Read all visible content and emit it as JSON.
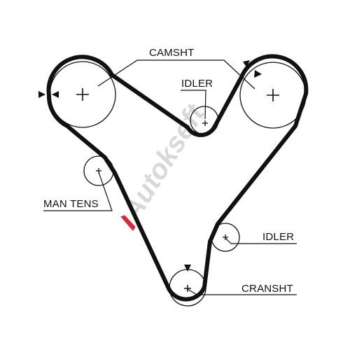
{
  "labels": {
    "camshaft": "CAMSHT",
    "idler_top": "IDLER",
    "tensioner": "MAN TENS",
    "idler_right": "IDLER",
    "crankshaft": "CRANSHT"
  },
  "watermark": {
    "text": "Autokseft"
  },
  "colors": {
    "belt": "#111111",
    "line": "#111111",
    "watermark_accent": "#d0021b",
    "watermark_text": "#b9b9b9"
  },
  "icons": [
    "timing-mark-arrow-icon",
    "pulley-center-cross-icon"
  ]
}
